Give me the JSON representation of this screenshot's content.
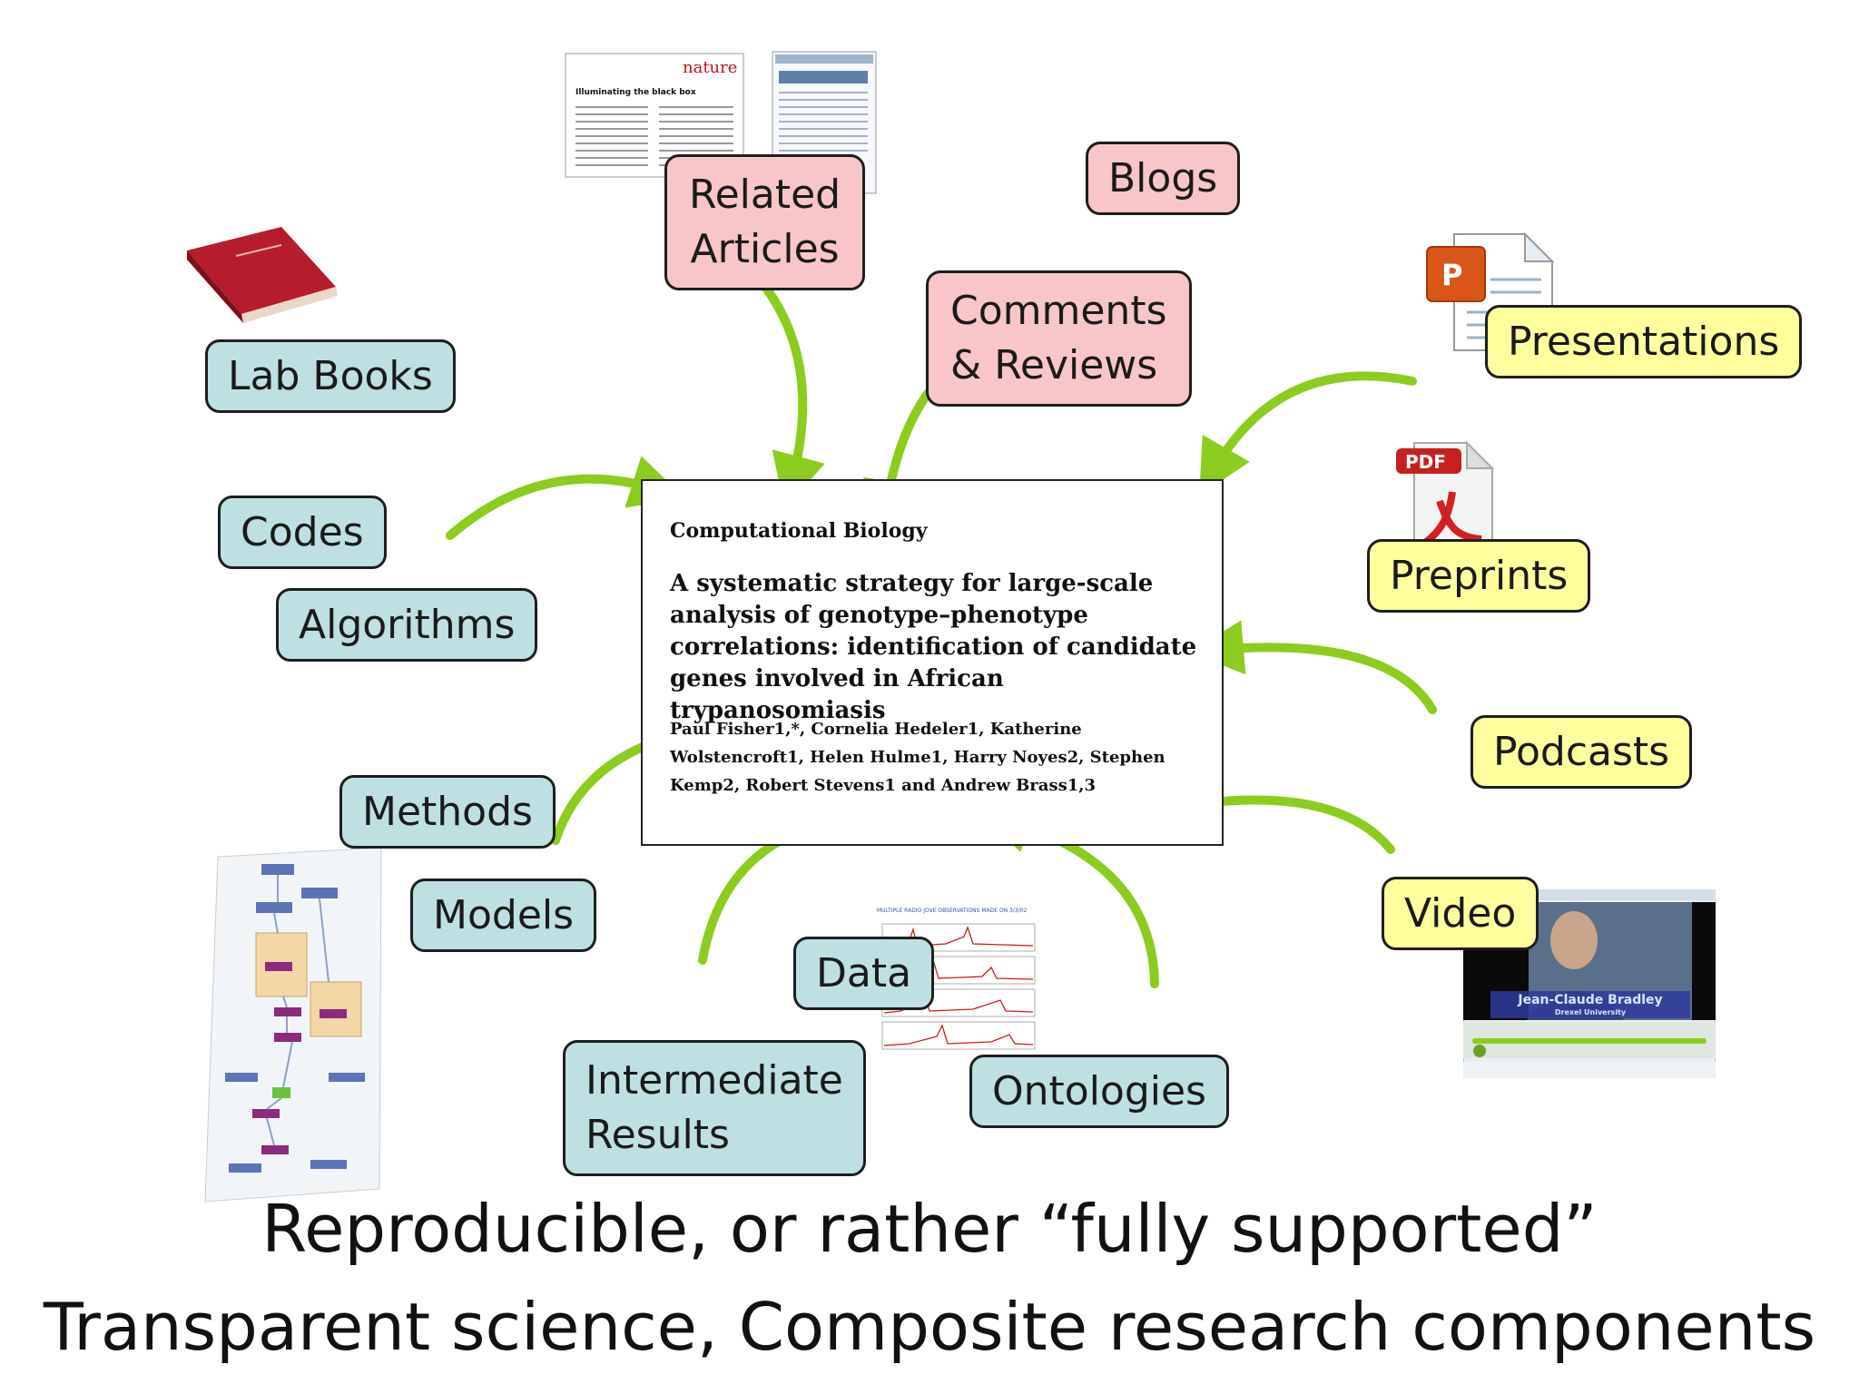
{
  "labels": {
    "lab_books": "Lab Books",
    "codes": "Codes",
    "algorithms": "Algorithms",
    "methods": "Methods",
    "models": "Models",
    "data": "Data",
    "intermediate_results_line1": "Intermediate",
    "intermediate_results_line2": "Results",
    "ontologies": "Ontologies",
    "related_articles_line1": "Related",
    "related_articles_line2": "Articles",
    "blogs": "Blogs",
    "comments_reviews_line1": "Comments",
    "comments_reviews_line2": "& Reviews",
    "presentations": "Presentations",
    "preprints": "Preprints",
    "podcasts": "Podcasts",
    "video": "Video"
  },
  "paper": {
    "section": "Computational Biology",
    "title": "A systematic strategy for large-scale analysis of genotype–phenotype correlations: identification of candidate genes involved in African trypanosomiasis",
    "authors": "Paul Fisher1,*, Cornelia Hedeler1, Katherine Wolstencroft1, Helen Hulme1, Harry Noyes2, Stephen Kemp2, Robert Stevens1 and Andrew Brass1,3"
  },
  "thumbnails": {
    "nature_logo": "nature",
    "nature_headline": "Illuminating the black box",
    "pdf_badge": "PDF",
    "video_caption_name": "Jean-Claude Bradley",
    "video_caption_org": "Drexel University",
    "data_chart_title": "MULTIPLE RADIO JOVE OBSERVATIONS MADE ON 3/3/02"
  },
  "caption": {
    "line1": "Reproducible, or rather “fully supported”",
    "line2": "Transparent science, Composite research components"
  },
  "colors": {
    "blue_box": "#bfe0e2",
    "pink_box": "#f8c6c8",
    "yellow_box": "#ffff9e",
    "arrow": "#8ccc1e"
  }
}
